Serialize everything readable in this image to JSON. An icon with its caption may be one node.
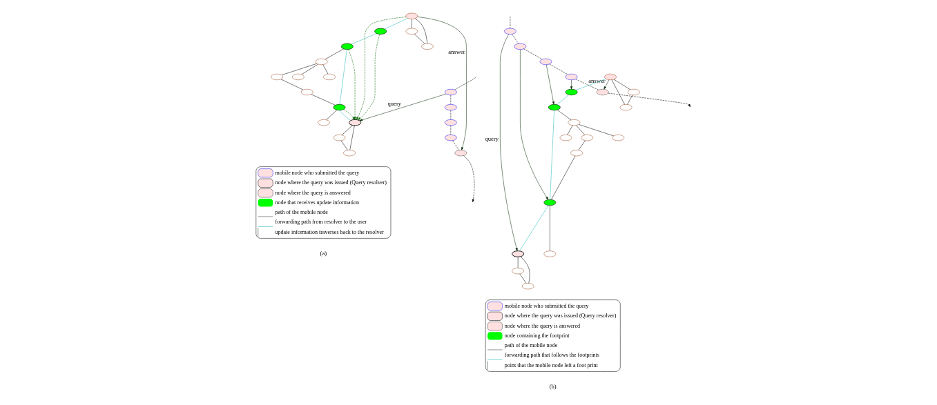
{
  "diagram": {
    "nodes": [
      {
        "text": [],
        "shape": "ellipse"
      },
      {
        "text": [],
        "shape": "ellipse"
      },
      {
        "text": [],
        "shape": "ellipse"
      },
      {
        "text": [],
        "shape": "ellipse"
      },
      {
        "text": [],
        "shape": "ellipse"
      },
      {
        "text": [],
        "shape": "ellipse"
      },
      {
        "text": [],
        "shape": "ellipse"
      },
      {
        "text": [],
        "shape": "ellipse"
      },
      {
        "text": [],
        "shape": "ellipse"
      },
      {
        "text": [],
        "shape": "ellipse"
      },
      {
        "text": [],
        "shape": "ellipse"
      },
      {
        "text": [],
        "shape": "ellipse"
      },
      {
        "text": [],
        "shape": "ellipse"
      },
      {
        "text": [],
        "shape": "ellipse"
      },
      {
        "text": [],
        "shape": "ellipse"
      },
      {
        "text": [],
        "shape": "ellipse"
      },
      {
        "text": [],
        "shape": "ellipse"
      },
      {
        "text": [],
        "shape": "ellipse"
      },
      {
        "text": [],
        "shape": "ellipse"
      },
      {
        "text": [],
        "shape": "ellipse"
      },
      {
        "text": [],
        "shape": "ellipse"
      },
      {
        "text": [],
        "shape": "ellipse"
      },
      {
        "text": [],
        "shape": "ellipse"
      },
      {
        "text": [],
        "shape": "ellipse"
      },
      {
        "text": [],
        "shape": "ellipse"
      },
      {
        "text": [],
        "shape": "ellipse"
      },
      {
        "text": [],
        "shape": "ellipse"
      },
      {
        "text": [],
        "shape": "ellipse"
      },
      {
        "text": [],
        "shape": "ellipse"
      },
      {
        "text": [],
        "shape": "ellipse"
      },
      {
        "text": [],
        "shape": "ellipse"
      },
      {
        "text": [],
        "shape": "ellipse"
      },
      {
        "text": [],
        "shape": "ellipse"
      },
      {
        "text": [],
        "shape": "ellipse"
      },
      {
        "text": [],
        "shape": "ellipse"
      },
      {
        "text": [],
        "shape": "ellipse"
      },
      {
        "text": [],
        "shape": "ellipse"
      },
      {
        "text": [],
        "shape": "ellipse"
      },
      {
        "text": [],
        "shape": "ellipse"
      },
      {
        "text": [],
        "shape": "ellipse"
      }
    ],
    "edges": [
      {
        "from": 1,
        "to": 2,
        "arrow": "none"
      },
      {
        "from": 1,
        "to": 3,
        "arrow": "none"
      },
      {
        "from": 2,
        "to": 3,
        "arrow": "none"
      },
      {
        "from": 5,
        "to": 12,
        "arrow": "none"
      },
      {
        "from": 12,
        "to": 13,
        "arrow": "none"
      },
      {
        "from": 12,
        "to": 14,
        "arrow": "none"
      },
      {
        "from": 12,
        "to": 15,
        "arrow": "none"
      },
      {
        "from": 15,
        "to": 11,
        "arrow": "none"
      },
      {
        "from": 11,
        "to": 6,
        "arrow": "none"
      },
      {
        "from": 6,
        "to": 10,
        "arrow": "none"
      },
      {
        "from": 7,
        "to": 8,
        "arrow": "none"
      },
      {
        "from": 7,
        "to": 9,
        "arrow": "none"
      },
      {
        "from": 8,
        "to": 9,
        "arrow": "none"
      },
      {
        "from": 1,
        "to": 4,
        "arrow": "none",
        "color": "#20b8b8"
      },
      {
        "from": 4,
        "to": 5,
        "arrow": "none",
        "color": "#20b8b8"
      },
      {
        "from": 5,
        "to": 6,
        "arrow": "none",
        "color": "#20b8b8"
      },
      {
        "from": 6,
        "to": 7,
        "arrow": "none",
        "color": "#20b8b8"
      },
      {
        "from": 5,
        "to": 7,
        "arrow": "to",
        "style": "dashed",
        "color": "#006600"
      },
      {
        "from": 4,
        "to": 7,
        "arrow": "to",
        "style": "dashed",
        "color": "#006600"
      },
      {
        "from": 1,
        "to": 7,
        "arrow": "to",
        "style": "dashed",
        "color": "#006600"
      },
      {
        "from": 6,
        "to": 7,
        "arrow": "to",
        "style": "dashed",
        "color": "#006600"
      },
      {
        "from": null,
        "to": 16,
        "arrow": "none",
        "style": "dashed"
      },
      {
        "from": 16,
        "to": 17,
        "arrow": "none",
        "style": "dashed"
      },
      {
        "from": 17,
        "to": 18,
        "arrow": "none",
        "style": "dashed"
      },
      {
        "from": 18,
        "to": 19,
        "arrow": "none",
        "style": "dashed"
      },
      {
        "from": 19,
        "to": 0,
        "arrow": "none",
        "style": "dashed"
      },
      {
        "from": 0,
        "to": null,
        "arrow": "to",
        "style": "dashed"
      },
      {
        "from": 16,
        "to": 7,
        "arrow": "to",
        "label": "query",
        "color": "#0a2a0a"
      },
      {
        "from": 1,
        "to": 0,
        "arrow": "to",
        "label": "answer",
        "color": "#0a2a0a"
      },
      {
        "from": 21,
        "to": 22,
        "arrow": "none"
      },
      {
        "from": 21,
        "to": 23,
        "arrow": "none"
      },
      {
        "from": 22,
        "to": 23,
        "arrow": "none"
      },
      {
        "from": 25,
        "to": 32,
        "arrow": "none"
      },
      {
        "from": 32,
        "to": 33,
        "arrow": "none"
      },
      {
        "from": 32,
        "to": 34,
        "arrow": "none"
      },
      {
        "from": 32,
        "to": 35,
        "arrow": "none"
      },
      {
        "from": 35,
        "to": 31,
        "arrow": "none"
      },
      {
        "from": 31,
        "to": 26,
        "arrow": "none"
      },
      {
        "from": 26,
        "to": 30,
        "arrow": "none"
      },
      {
        "from": 27,
        "to": 28,
        "arrow": "none"
      },
      {
        "from": 27,
        "to": 29,
        "arrow": "none"
      },
      {
        "from": 28,
        "to": 29,
        "arrow": "none"
      },
      {
        "from": 21,
        "to": 24,
        "arrow": "none",
        "color": "#20b8b8"
      },
      {
        "from": 24,
        "to": 25,
        "arrow": "none",
        "color": "#20b8b8"
      },
      {
        "from": 25,
        "to": 26,
        "arrow": "none",
        "color": "#20b8b8"
      },
      {
        "from": 26,
        "to": 27,
        "arrow": "none",
        "color": "#20b8b8"
      },
      {
        "from": null,
        "to": 36,
        "arrow": "none",
        "style": "dashed"
      },
      {
        "from": 36,
        "to": 37,
        "arrow": "none",
        "style": "dashed"
      },
      {
        "from": 37,
        "to": 38,
        "arrow": "none",
        "style": "dashed"
      },
      {
        "from": 38,
        "to": 39,
        "arrow": "none",
        "style": "dashed"
      },
      {
        "from": 39,
        "to": 20,
        "arrow": "none",
        "style": "dashed"
      },
      {
        "from": 20,
        "to": null,
        "arrow": "to",
        "style": "dashed"
      },
      {
        "from": 36,
        "to": 27,
        "arrow": "to",
        "label": "query",
        "color": "#0a2a0a"
      },
      {
        "from": 21,
        "to": 20,
        "arrow": "to",
        "label": "answer",
        "color": "#0a2a0a"
      },
      {
        "from": 37,
        "to": 26,
        "arrow": "to",
        "color": "#0a2a0a"
      },
      {
        "from": 38,
        "to": 25,
        "arrow": "to",
        "color": "#0a2a0a"
      },
      {
        "from": 39,
        "to": 24,
        "arrow": "to",
        "color": "#0a2a0a"
      }
    ],
    "labels": [
      "(a)",
      "(b)"
    ],
    "legend": [
      {
        "text": "mobile node who submitted the query"
      },
      {
        "text": "node where the query was issued (Query resolver)"
      },
      {
        "text": "node where the query is answered"
      },
      {
        "text": "node that receives update information",
        "color": "#00ff00"
      },
      {
        "text": "path of the mobile node"
      },
      {
        "text": "forwarding path from resolver to the user"
      },
      {
        "text": "update information traverses back to the resolver"
      },
      {
        "text": "mobile node who submitted the query"
      },
      {
        "text": "node where the query was issued (Query resolver)"
      },
      {
        "text": "node where the query is answered"
      },
      {
        "text": "node containing the footprint",
        "color": "#00ff00"
      },
      {
        "text": "path of the mobile node"
      },
      {
        "text": "forwarding path that follows the footprints"
      },
      {
        "text": "point that the mobile node left a foot print"
      }
    ]
  }
}
